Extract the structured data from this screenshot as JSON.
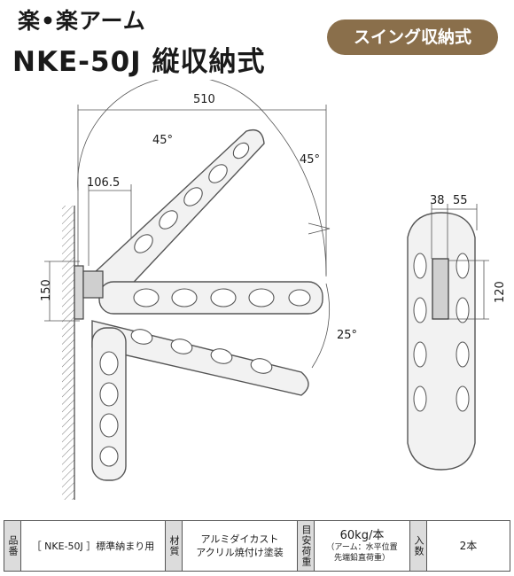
{
  "header": {
    "brand": "楽•楽アーム",
    "model": "NKE-50J 縦収納式",
    "badge": "スイング収納式"
  },
  "drawing": {
    "dim_width": "510",
    "dim_offset": "106.5",
    "angle_upper_left": "45°",
    "angle_upper_right": "45°",
    "angle_lower": "25°",
    "dim_height": "150",
    "dim_side_a": "38",
    "dim_side_b": "55",
    "dim_side_height": "120"
  },
  "spec": {
    "h1": "品番",
    "v1": "［ NKE-50J ］標準納まり用",
    "h2": "材質",
    "v2a": "アルミダイカスト",
    "v2b": "アクリル焼付け塗装",
    "h3": "目安荷重",
    "v3a": "60kg/本",
    "v3b": "（アーム：水平位置",
    "v3c": "先端鉛直荷重）",
    "h4": "入数",
    "v4": "2本"
  }
}
